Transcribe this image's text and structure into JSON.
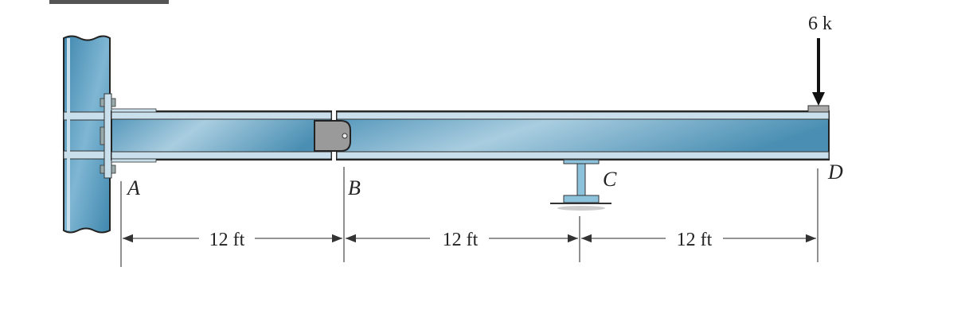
{
  "load": {
    "label": "6 k",
    "value_kips": 6
  },
  "points": {
    "a": "A",
    "b": "B",
    "c": "C",
    "d": "D"
  },
  "dimensions": [
    {
      "label": "12 ft"
    },
    {
      "label": "12 ft"
    },
    {
      "label": "12 ft"
    }
  ],
  "colors": {
    "steel": "#5a9dbf",
    "steel_light": "#c9e0ec",
    "hinge": "#9a9a9a",
    "outline": "#2a2a2a"
  }
}
